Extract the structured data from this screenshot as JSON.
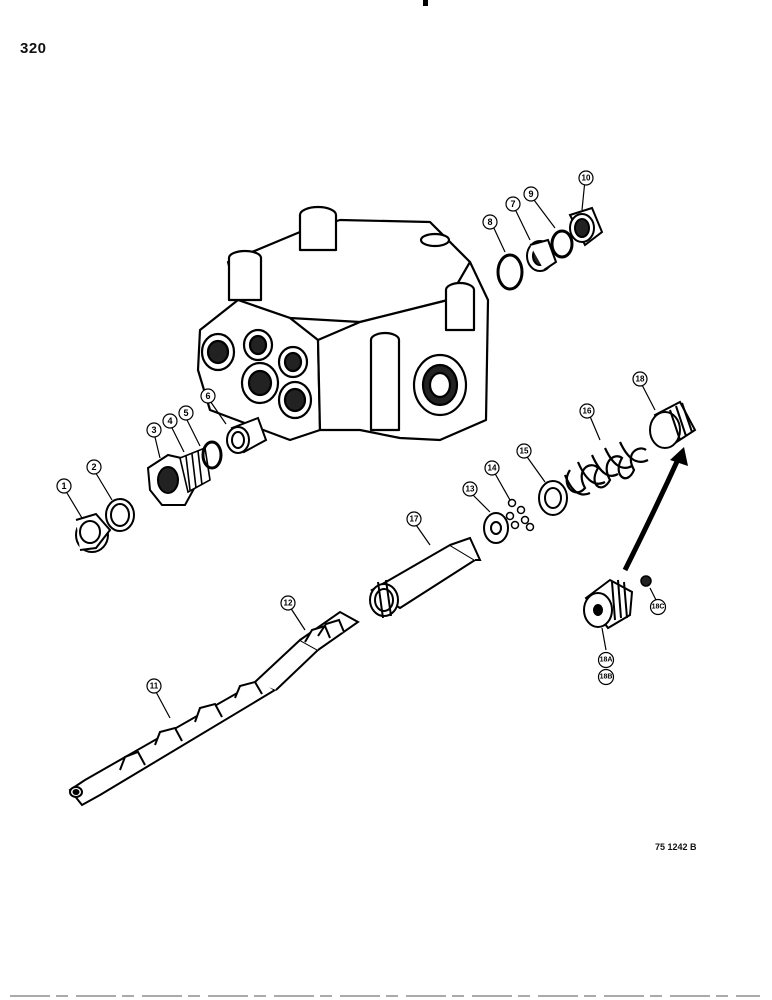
{
  "page": {
    "page_number": "320",
    "drawing_number": "75 1242 B"
  },
  "callouts": [
    "1",
    "2",
    "3",
    "4",
    "5",
    "6",
    "7",
    "8",
    "9",
    "10",
    "11",
    "12",
    "13",
    "14",
    "15",
    "16",
    "17",
    "18",
    "18A",
    "18B",
    "18C"
  ]
}
